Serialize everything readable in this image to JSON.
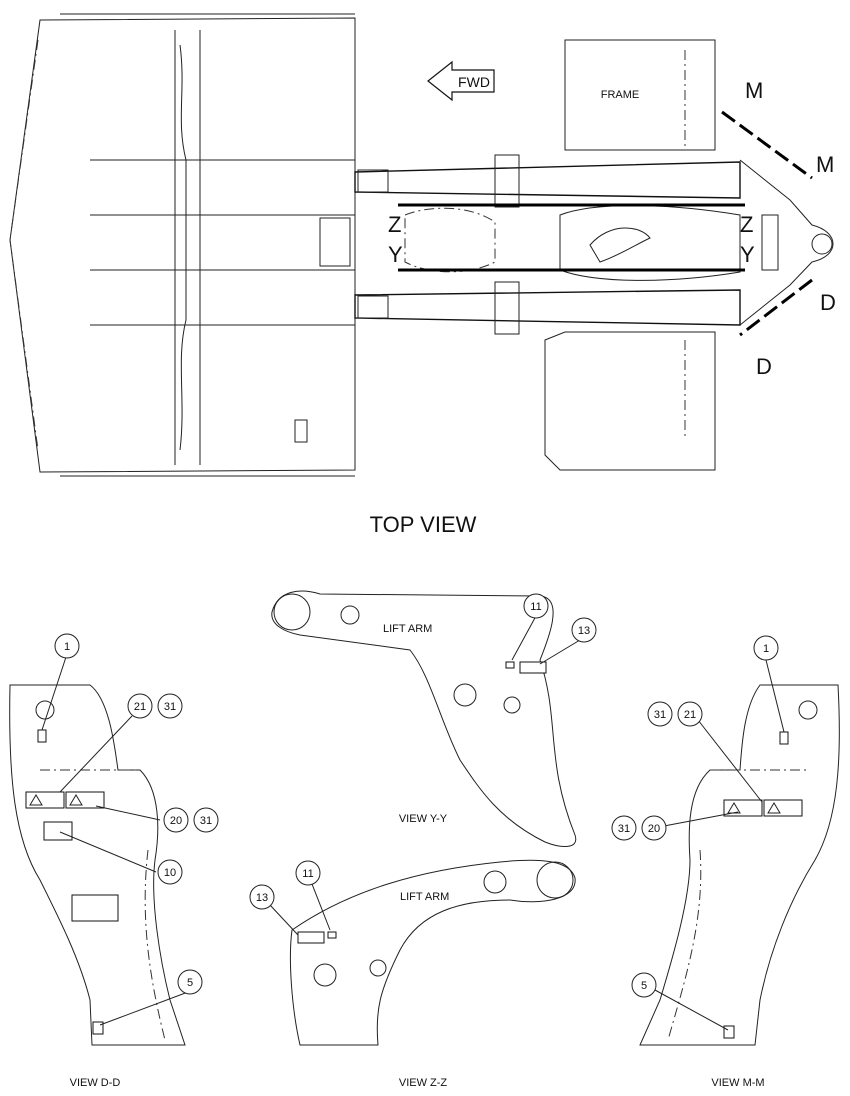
{
  "top_view": {
    "title": "TOP VIEW",
    "fwd_label": "FWD",
    "frame_label": "FRAME",
    "section_markers": {
      "m": "M",
      "d": "D",
      "z": "Z",
      "y": "Y"
    }
  },
  "view_yy": {
    "title": "VIEW Y-Y",
    "part_label": "LIFT ARM",
    "callouts": [
      "11",
      "13"
    ]
  },
  "view_zz": {
    "title": "VIEW Z-Z",
    "part_label": "LIFT ARM",
    "callouts": [
      "11",
      "13"
    ]
  },
  "view_dd": {
    "title": "VIEW D-D",
    "callouts": [
      "1",
      "21",
      "31",
      "20",
      "31",
      "10",
      "5"
    ]
  },
  "view_mm": {
    "title": "VIEW M-M",
    "callouts": [
      "1",
      "31",
      "21",
      "31",
      "20",
      "5"
    ]
  }
}
